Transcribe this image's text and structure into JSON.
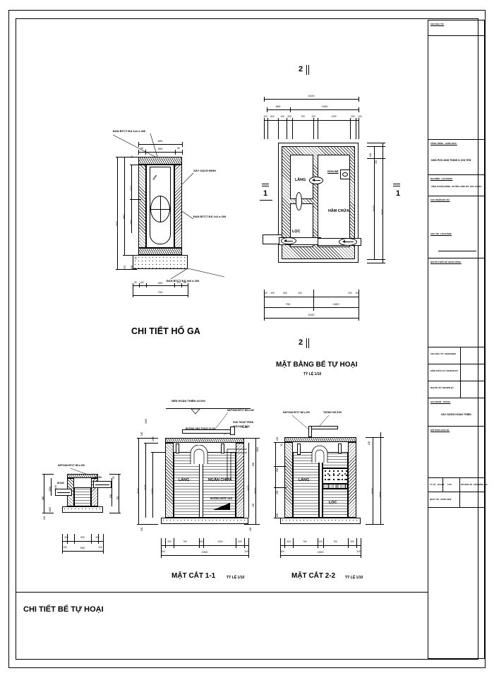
{
  "sheet": {
    "bottom_title": "CHI TIẾT BỂ TỰ HOẠI"
  },
  "details": {
    "manhole": {
      "title": "CHI TIẾT HỐ GA",
      "notes": [
        "ĐAN BTCT ĐÁ 1x2 a 200",
        "XÂY GẠCH ĐINH",
        "ĐAN BTCT ĐÁ 1x2 a 200",
        "ĐAN BTCT ĐÁ 4x6 a 200"
      ],
      "dims_top": [
        "600",
        "50",
        "500",
        "50"
      ],
      "dims_left": [
        "700",
        "680",
        "310",
        "260",
        "170",
        "100",
        "70",
        "40"
      ],
      "dims_bottom": [
        "50",
        "100",
        "400",
        "100",
        "50",
        "700"
      ],
      "inner_label": "Ø150"
    },
    "plan": {
      "title": "MẶT BẰNG BỂ TỰ HOẠI",
      "scale": "TỶ LỆ 1/10",
      "section_mark_top": "2",
      "section_mark_bottom": "2",
      "section_mark_left": "1",
      "section_mark_right": "1",
      "dims_top_total": "3100",
      "dims_top_mid": [
        "800",
        "2400"
      ],
      "dims_top_chain": [
        "100",
        "600",
        "100",
        "200",
        "700",
        "100",
        "1200",
        "200",
        "100"
      ],
      "dims_right": [
        "1500",
        "1900",
        "100",
        "200",
        "100"
      ],
      "dims_bottom_chain": [
        "100",
        "200",
        "500",
        "100",
        "200",
        "100"
      ],
      "dims_bottom": [
        "700",
        "2400",
        "3100"
      ],
      "labels": [
        "LẮNG",
        "HẦM CHỨA",
        "LỌC",
        "RỐN BỂ"
      ]
    },
    "section11": {
      "title": "MẶT CẮT 1-1",
      "scale": "TỶ LỆ 1/10",
      "ground_label": "NỀN HOÀN THIỆN ±0.000",
      "notes": [
        "NẮP ĐAN BTCT Ø8 a 150",
        "ỐNG THOÁT PHÂN",
        "Ø 110 ĐẶT DỐC",
        "HƯỚNG NƯỚC VÀO",
        "ĐƯỜNG ỐNG THOÁT Ø 110",
        "↑ 1.60"
      ],
      "labels": [
        "LẮNG",
        "NGĂN CHỨA"
      ],
      "dims_left": [
        "1900",
        "1400",
        "1180",
        "2400",
        "100",
        "1500",
        "100"
      ],
      "dims_right": [
        "1500",
        "1400",
        "600",
        "400",
        "2000",
        "100"
      ],
      "dims_bottom_chain": [
        "100",
        "200",
        "700",
        "100",
        "1200",
        "200",
        "100"
      ],
      "dims_bottom_total": "2400"
    },
    "section22": {
      "title": "MẶT CẮT 2-2",
      "scale": "TỶ LỆ 1/10",
      "notes": [
        "NẮP ĐAN BTCT Ø8 a 150",
        "THÔNG HƠI Ø 60"
      ],
      "labels": [
        "LẮNG",
        "LỌC"
      ],
      "dims_left": [
        "100",
        "50",
        "600",
        "400",
        "600",
        "100"
      ],
      "dims_right": [
        "1500",
        "1900",
        "100"
      ],
      "dims_bottom_chain": [
        "100",
        "200",
        "700",
        "100",
        "700",
        "200",
        "100"
      ],
      "dims_bottom_total": "1900"
    },
    "pit": {
      "note": "NẮP ĐAN BTCT Ø8 a 150",
      "pipe_left": "Ø140",
      "pipe_right": "Ø140",
      "dims_left": [
        "660",
        "2200",
        "140",
        "2000",
        "100"
      ],
      "dims_right": [
        "700",
        "600",
        "50"
      ],
      "dims_bottom_chain": [
        "100",
        "200",
        "500",
        "200",
        "100"
      ],
      "dims_bottom_total": "900"
    }
  },
  "titleblock": {
    "rows": [
      {
        "label": "CHỦ ĐẦU TƯ:",
        "value": ""
      },
      {
        "label": "CÔNG TRÌNH - HẠNG MỤC:",
        "value": "NHÀ PHỐ ANH THỊNH & CHỊ YẾN"
      },
      {
        "label": "ĐỊA ĐIỂM - LOCATION:",
        "value": "VĨNH THUẬN ĐÔNG, HUYỆN LONG MỸ, HẬU GIANG"
      },
      {
        "label": "CHỦ NHIỆM ĐỒ ÁN:",
        "value": ""
      },
      {
        "label": "CHỦ TRÌ - LOCATION:",
        "value": ""
      },
      {
        "label": "NGƯỜI THIẾT KẾ HOÀN CÔNG:",
        "value": ""
      },
      {
        "label": "CHỦ ĐẦU TƯ / DESIGNER",
        "value": ""
      },
      {
        "label": "KIẾN TRÚC SƯ / DESIGN BY",
        "value": ""
      },
      {
        "label": "NGƯỜI VẼ / DRAWN BY",
        "value": ""
      },
      {
        "label": "GIAI ĐOẠN - STAGE:",
        "value": "XÂY DỰNG HOÀN THIỆN"
      },
      {
        "label": "NỘI DUNG BẢN VẼ:",
        "value": ""
      }
    ],
    "footer": {
      "c1": "TỶ LỆ - SCALE",
      "c2": "1/10",
      "c3": "SỐ BẢN VẼ - DRAWING NO",
      "c4": "NGÀY VẼ - DATE 2020"
    }
  }
}
